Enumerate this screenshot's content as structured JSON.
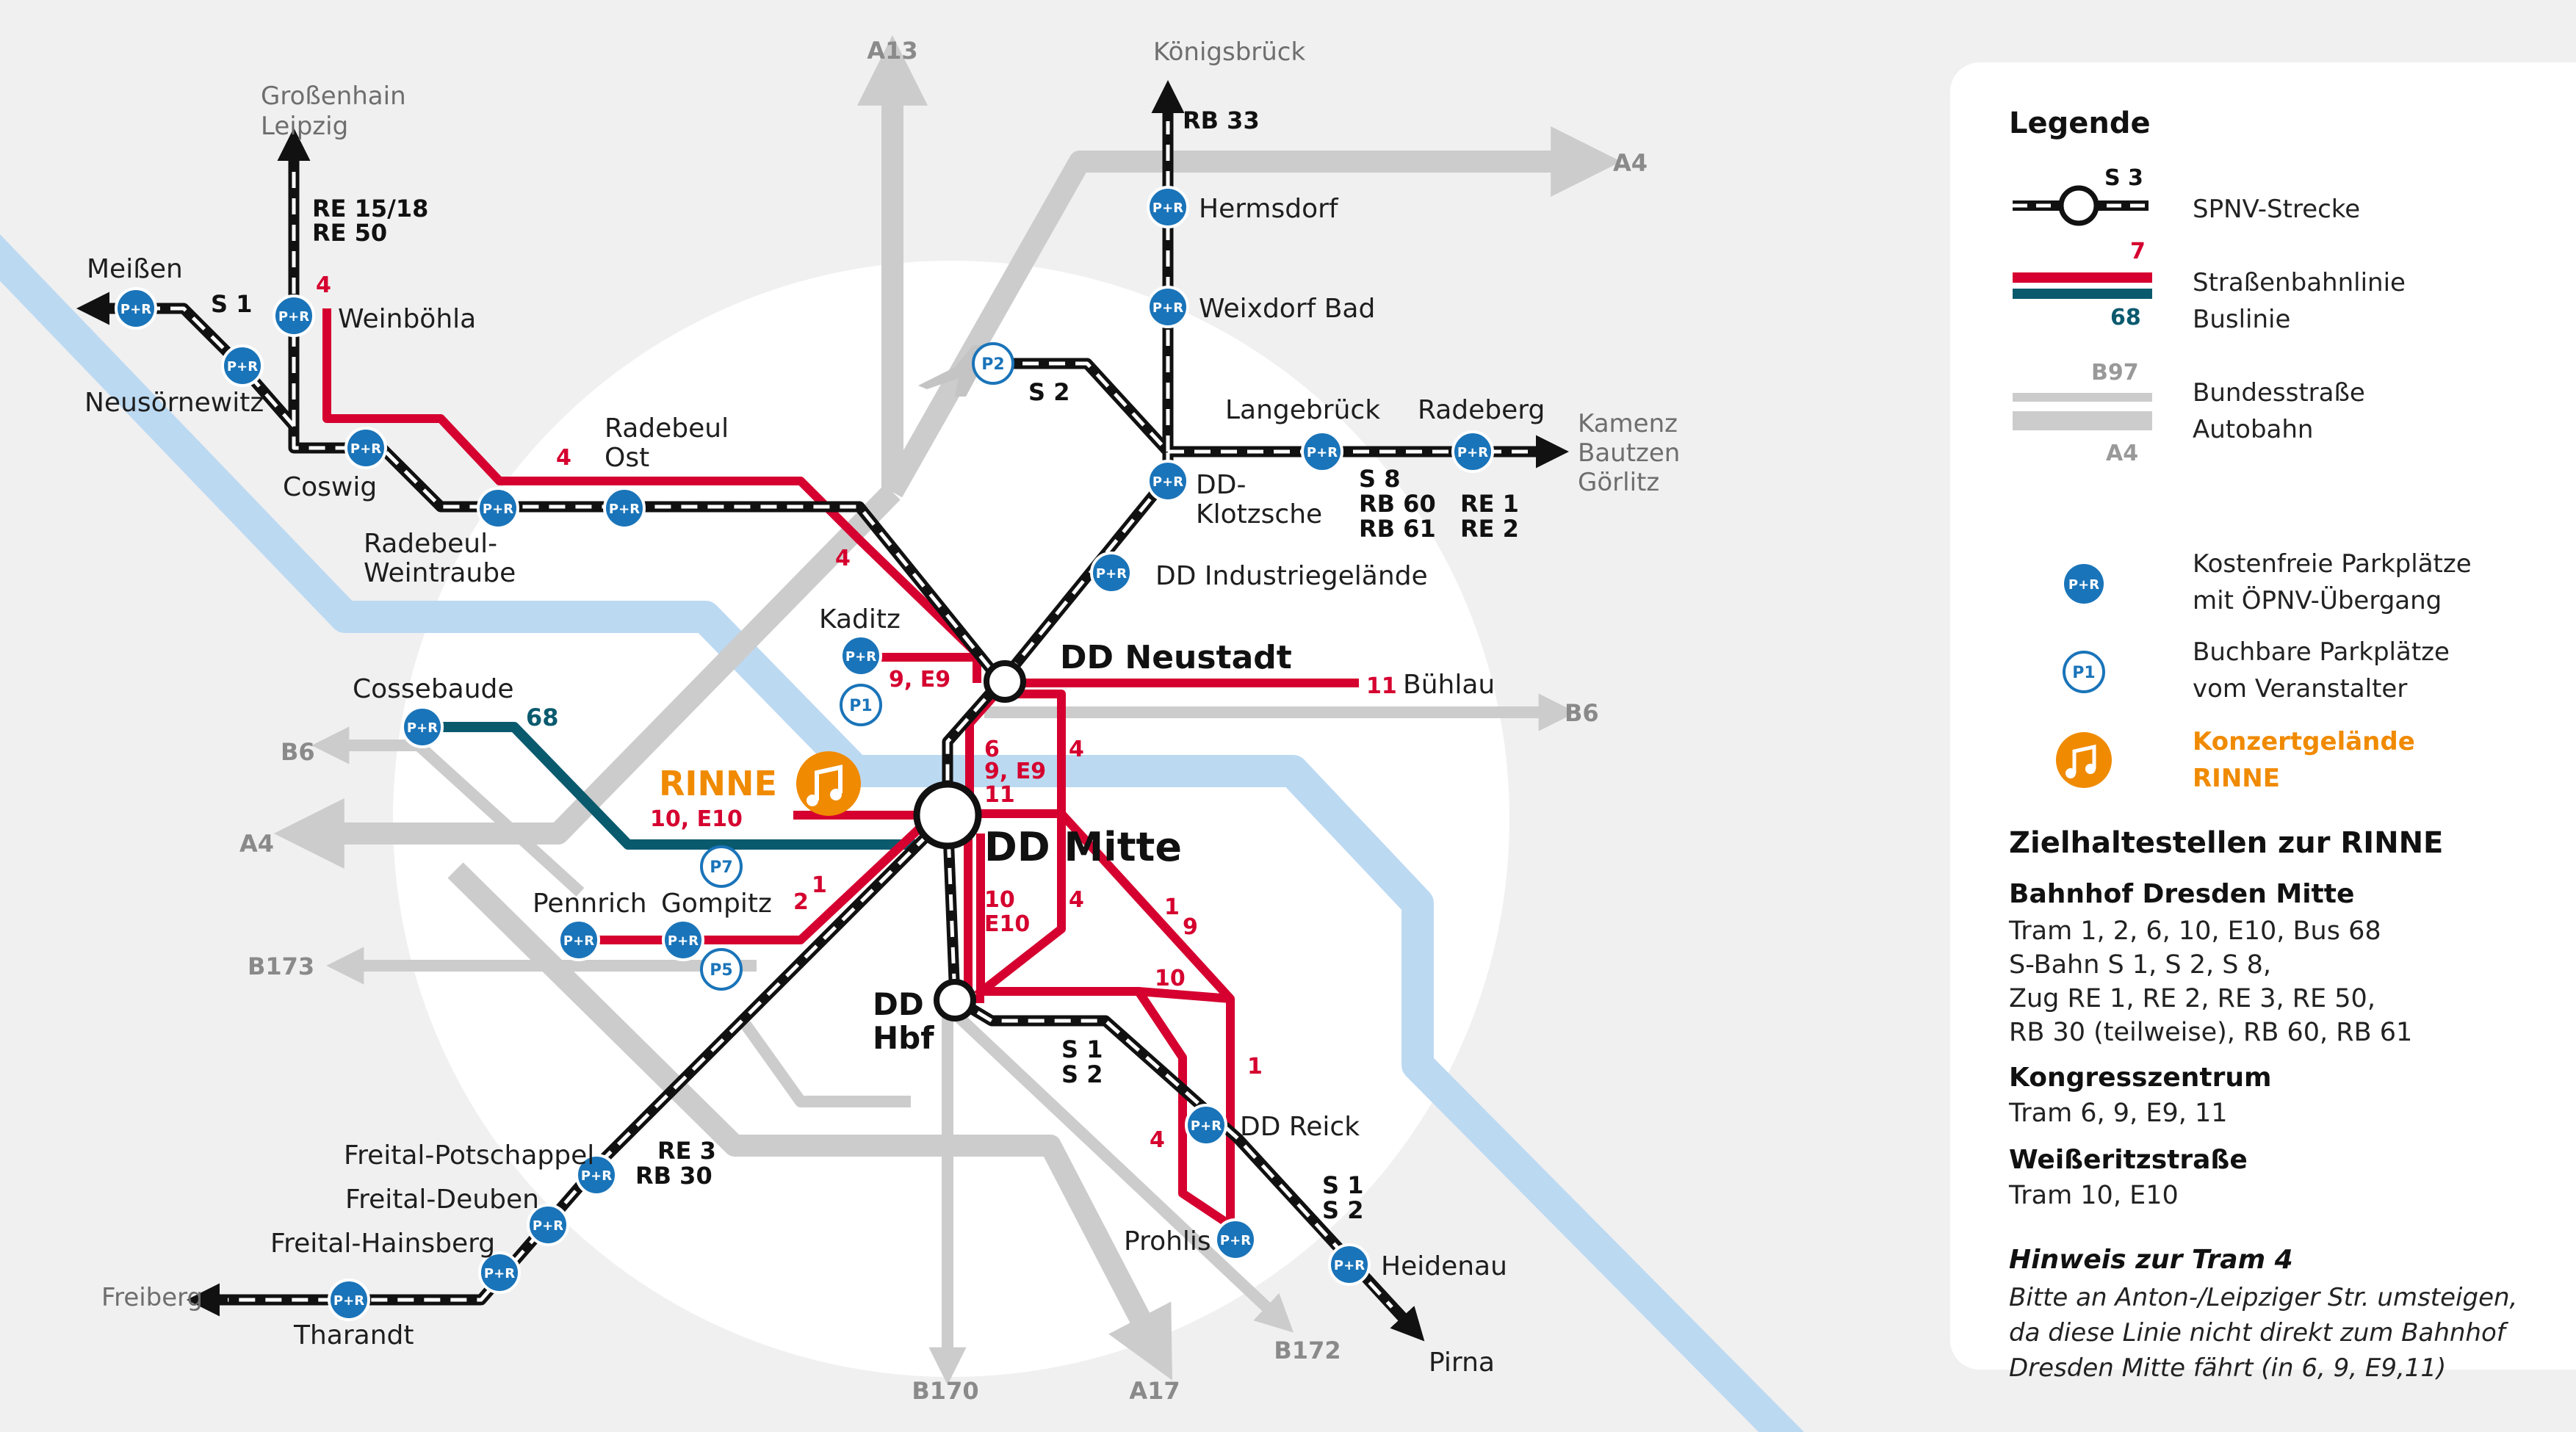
{
  "places": {
    "grossenhain": "Großenhain",
    "leipzig": "Leipzig",
    "meissen": "Meißen",
    "neusoernewitz": "Neusörnewitz",
    "weinboehla": "Weinböhla",
    "coswig": "Coswig",
    "radebeul_ost_1": "Radebeul",
    "radebeul_ost_2": "Ost",
    "radebeul_weintraube_1": "Radebeul-",
    "radebeul_weintraube_2": "Weintraube",
    "koenigsbrueck": "Königsbrück",
    "hermsdorf": "Hermsdorf",
    "weixdorf": "Weixdorf Bad",
    "langebrueck": "Langebrück",
    "radeberg": "Radeberg",
    "kamenz": "Kamenz",
    "bautzen": "Bautzen",
    "goerlitz": "Görlitz",
    "klotzsche_1": "DD-",
    "klotzsche_2": "Klotzsche",
    "industriegelaende": "DD Industriegelände",
    "kaditz": "Kaditz",
    "neustadt": "DD Neustadt",
    "buehlau": "Bühlau",
    "cossebaude": "Cossebaude",
    "rinne": "RINNE",
    "mitte": "DD Mitte",
    "pennrich": "Pennrich",
    "gompitz": "Gompitz",
    "hbf_1": "DD",
    "hbf_2": "Hbf",
    "reick": "DD Reick",
    "prohlis": "Prohlis",
    "heidenau": "Heidenau",
    "pirna": "Pirna",
    "potschappel": "Freital-Potschappel",
    "deuben": "Freital-Deuben",
    "hainsberg": "Freital-Hainsberg",
    "freiberg": "Freiberg",
    "tharandt": "Tharandt"
  },
  "roads": {
    "a13": "A13",
    "a4_ne": "A4",
    "a4_w": "A4",
    "b6_e": "B6",
    "b6_w": "B6",
    "b173": "B173",
    "b170": "B170",
    "a17": "A17",
    "b172": "B172"
  },
  "rail_lines": {
    "re15": "RE 15/18",
    "re50": "RE 50",
    "s1_w": "S 1",
    "rb33": "RB 33",
    "s2_airport": "S 2",
    "s8": "S 8",
    "rb60": "RB 60",
    "rb61": "RB 61",
    "re1": "RE 1",
    "re2": "RE 2",
    "re3": "RE 3",
    "rb30": "RB 30",
    "s1_hbf": "S 1",
    "s2_hbf": "S 2",
    "s1_se": "S 1",
    "s2_se": "S 2"
  },
  "tram_lines": {
    "t4_weinboehla": "4",
    "t4_radebeul": "4",
    "t4_mickten": "4",
    "t9_kaditz": "9, E9",
    "t11": "11",
    "t6_stack_1": "6",
    "t6_stack_2": "9, E9",
    "t6_stack_3": "11",
    "t4_neustadt": "4",
    "t10_rinne": "10, E10",
    "t4_mitte": "4",
    "t1_mitte": "1",
    "t2_mitte": "2",
    "t10_south_1": "10",
    "t10_south_2": "E10",
    "t1_east": "1",
    "t9_east": "9",
    "t10_east": "10",
    "t1_reick": "1",
    "t4_prohlis": "4"
  },
  "bus_lines": {
    "b68": "68"
  },
  "badges": {
    "pr": "P+R",
    "p1": "P1",
    "p2": "P2",
    "p5": "P5",
    "p7": "P7"
  },
  "legend": {
    "title": "Legende",
    "rail_sample": "S 3",
    "rail_text": "SPNV-Strecke",
    "tram_sample": "7",
    "tram_text": "Straßenbahnlinie",
    "bus_sample": "68",
    "bus_text": "Buslinie",
    "road_b": "B97",
    "road_b_text": "Bundesstraße",
    "road_a": "A4",
    "road_a_text": "Autobahn",
    "pr_text_1": "Kostenfreie Parkplätze",
    "pr_text_2": "mit ÖPNV-Übergang",
    "p1_text_1": "Buchbare Parkplätze",
    "p1_text_2": "vom Veranstalter",
    "venue_1": "Konzertgelände",
    "venue_2": "RINNE",
    "stops_title": "Zielhaltestellen zur RINNE",
    "mitte_h": "Bahnhof Dresden Mitte",
    "mitte_text": "Tram 1, 2, 6, 10, E10, Bus 68\nS-Bahn S 1, S 2, S 8,\nZug RE 1, RE 2, RE 3, RE 50,\nRB 30 (teilweise), RB 60, RB 61",
    "kongress_h": "Kongresszentrum",
    "kongress_text": "Tram 6, 9, E9, 11",
    "weisseritz_h": "Weißeritzstraße",
    "weisseritz_text": "Tram 10, E10",
    "note_h": "Hinweis zur Tram 4",
    "note_text": "Bitte an Anton-/Leipziger Str. umsteigen, da diese Linie nicht direkt zum Bahnhof Dresden Mitte fährt (in 6, 9, E9,11)"
  },
  "colors": {
    "background": "#f0f0f0",
    "circle": "#ffffff",
    "river": "#bcd9f2",
    "road": "#cccccc",
    "rail": "#111111",
    "tram": "#d5002f",
    "bus": "#0a5a6e",
    "badge": "#1a74b9",
    "venue": "#f08a00"
  }
}
